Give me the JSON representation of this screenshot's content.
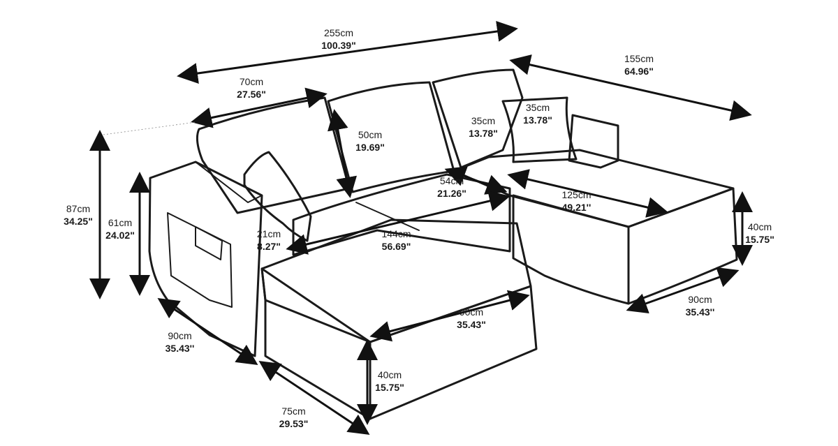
{
  "dimensions": {
    "total_width": {
      "cm": "255cm",
      "in": "100.39\""
    },
    "chaise_length": {
      "cm": "155cm",
      "in": "64.96\""
    },
    "cushion_width": {
      "cm": "70cm",
      "in": "27.56\""
    },
    "back_cushion_height": {
      "cm": "50cm",
      "in": "19.69\""
    },
    "pillow_a": {
      "cm": "35cm",
      "in": "13.78\""
    },
    "pillow_b": {
      "cm": "35cm",
      "in": "13.78\""
    },
    "seat_depth": {
      "cm": "54cm",
      "in": "21.26\""
    },
    "chaise_seat_length": {
      "cm": "125cm",
      "in": "49.21''"
    },
    "total_height": {
      "cm": "87cm",
      "in": "34.25\""
    },
    "arm_height": {
      "cm": "61cm",
      "in": "24.02\""
    },
    "arm_width": {
      "cm": "21cm",
      "in": "8.27\""
    },
    "seat_width": {
      "cm": "144cm",
      "in": "56.69\""
    },
    "chaise_height": {
      "cm": "40cm",
      "in": "15.75\""
    },
    "ottoman_width": {
      "cm": "90cm",
      "in": "35.43\""
    },
    "sofa_depth": {
      "cm": "90cm",
      "in": "35.43''"
    },
    "chaise_width": {
      "cm": "90cm",
      "in": "35.43''"
    },
    "ottoman_height": {
      "cm": "40cm",
      "in": "15.75\""
    },
    "ottoman_depth": {
      "cm": "75cm",
      "in": "29.53\""
    }
  }
}
